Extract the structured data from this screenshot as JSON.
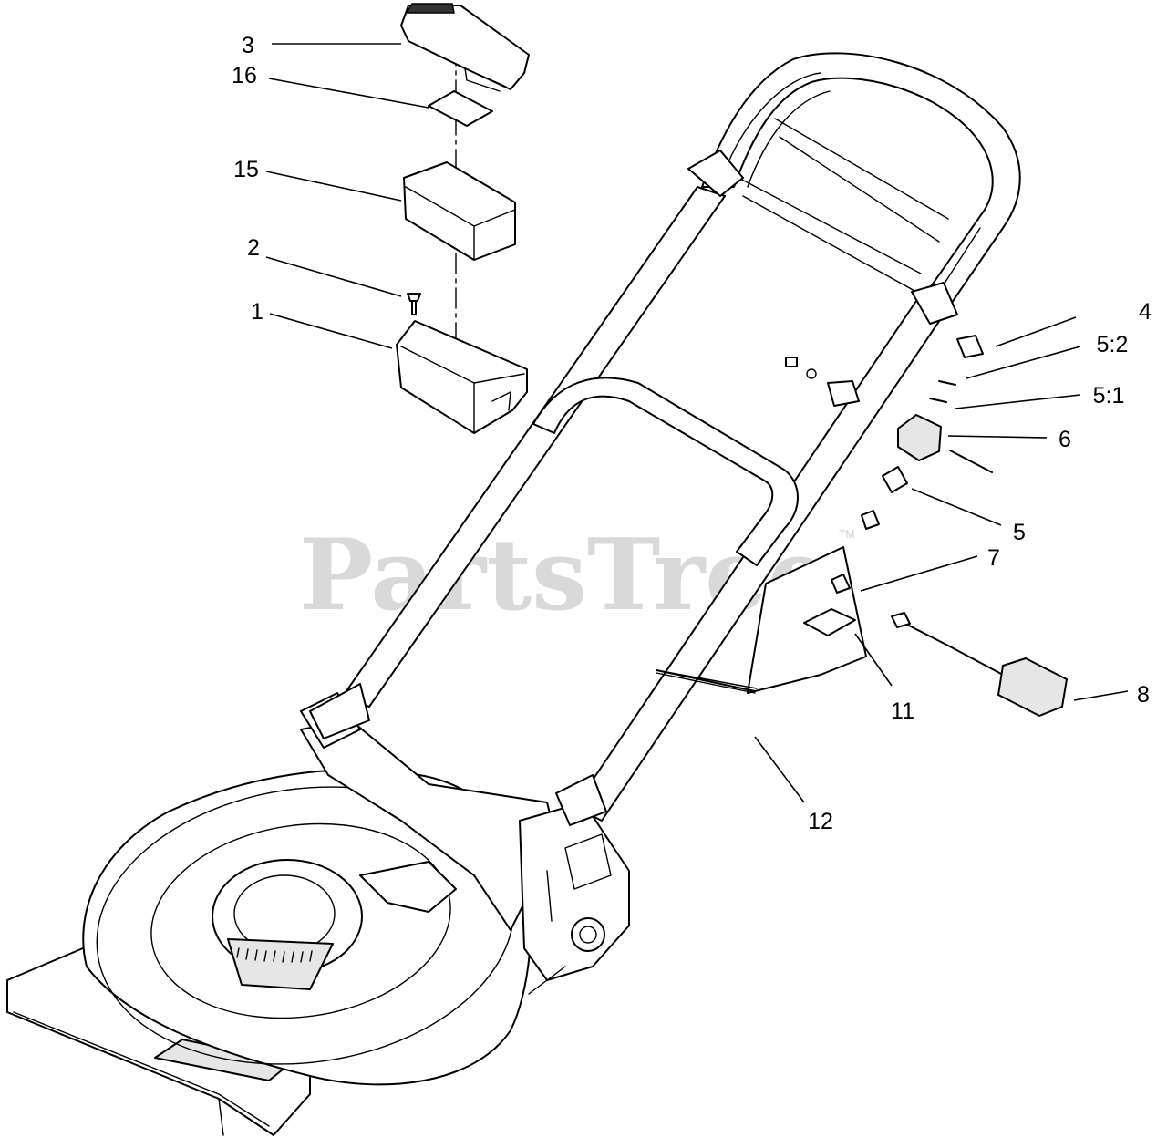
{
  "watermark": {
    "text": "PartsTree",
    "trademark": "TM"
  },
  "callouts": [
    {
      "id": "c-3",
      "label": "3"
    },
    {
      "id": "c-16",
      "label": "16"
    },
    {
      "id": "c-15",
      "label": "15"
    },
    {
      "id": "c-2",
      "label": "2"
    },
    {
      "id": "c-1",
      "label": "1"
    },
    {
      "id": "c-4",
      "label": "4"
    },
    {
      "id": "c-5-2",
      "label": "5:2"
    },
    {
      "id": "c-5-1",
      "label": "5:1"
    },
    {
      "id": "c-6",
      "label": "6"
    },
    {
      "id": "c-5",
      "label": "5"
    },
    {
      "id": "c-7",
      "label": "7"
    },
    {
      "id": "c-11",
      "label": "11"
    },
    {
      "id": "c-8",
      "label": "8"
    },
    {
      "id": "c-12",
      "label": "12"
    }
  ]
}
